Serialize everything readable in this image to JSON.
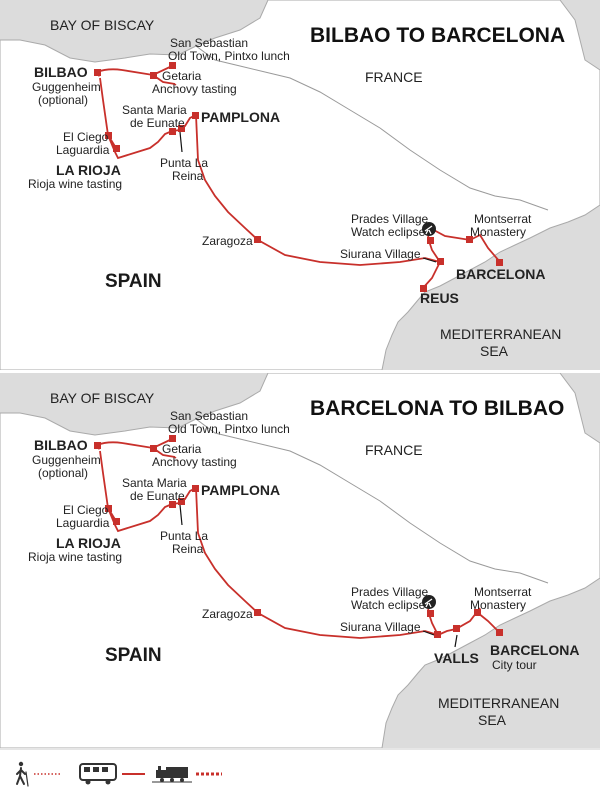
{
  "colors": {
    "route": "#c8302b",
    "land": "#ffffff",
    "sea": "#dcdcdc",
    "border": "#9a9a9a"
  },
  "maps": [
    {
      "title": "BILBAO TO BARCELONA",
      "labels": {
        "bay": "BAY OF BISCAY",
        "france": "FRANCE",
        "spain": "SPAIN",
        "med1": "MEDITERRANEAN",
        "med2": "SEA",
        "bilbao": "BILBAO",
        "bilbao_sub1": "Guggenheim",
        "bilbao_sub2": "(optional)",
        "sansebastian1": "San Sebastian",
        "sansebastian2": "Old Town, Pintxo lunch",
        "getaria1": "Getaria",
        "getaria2": "Anchovy tasting",
        "santamaria1": "Santa Maria",
        "santamaria2": "de Eunate",
        "pamplona": "PAMPLONA",
        "elciego": "El Ciego",
        "laguardia": "Laguardia",
        "larioja": "LA RIOJA",
        "larioja_sub": "Rioja wine tasting",
        "puntalareina1": "Punta La",
        "puntalareina2": "Reina",
        "zaragoza": "Zaragoza",
        "prades1": "Prades Village",
        "prades2": "Watch eclipse",
        "montserrat1": "Montserrat",
        "montserrat2": "Monastery",
        "siurana": "Siurana Village",
        "barcelona": "BARCELONA",
        "reus": "REUS"
      }
    },
    {
      "title": "BARCELONA TO BILBAO",
      "labels": {
        "bay": "BAY OF BISCAY",
        "france": "FRANCE",
        "spain": "SPAIN",
        "med1": "MEDITERRANEAN",
        "med2": "SEA",
        "bilbao": "BILBAO",
        "bilbao_sub1": "Guggenheim",
        "bilbao_sub2": "(optional)",
        "sansebastian1": "San Sebastian",
        "sansebastian2": "Old Town, Pintxo lunch",
        "getaria1": "Getaria",
        "getaria2": "Anchovy tasting",
        "santamaria1": "Santa Maria",
        "santamaria2": "de Eunate",
        "pamplona": "PAMPLONA",
        "elciego": "El Ciego",
        "laguardia": "Laguardia",
        "larioja": "LA RIOJA",
        "larioja_sub": "Rioja wine tasting",
        "puntalareina1": "Punta La",
        "puntalareina2": "Reina",
        "zaragoza": "Zaragoza",
        "prades1": "Prades Village",
        "prades2": "Watch eclipse",
        "montserrat1": "Montserrat",
        "montserrat2": "Monastery",
        "siurana": "Siurana Village",
        "barcelona": "BARCELONA",
        "barcelona_sub": "City tour",
        "valls": "VALLS"
      }
    }
  ],
  "legend": [
    {
      "icon": "hiker-icon",
      "line": "dotted"
    },
    {
      "icon": "bus-icon",
      "line": "solid"
    },
    {
      "icon": "train-icon",
      "line": "dashed"
    }
  ]
}
